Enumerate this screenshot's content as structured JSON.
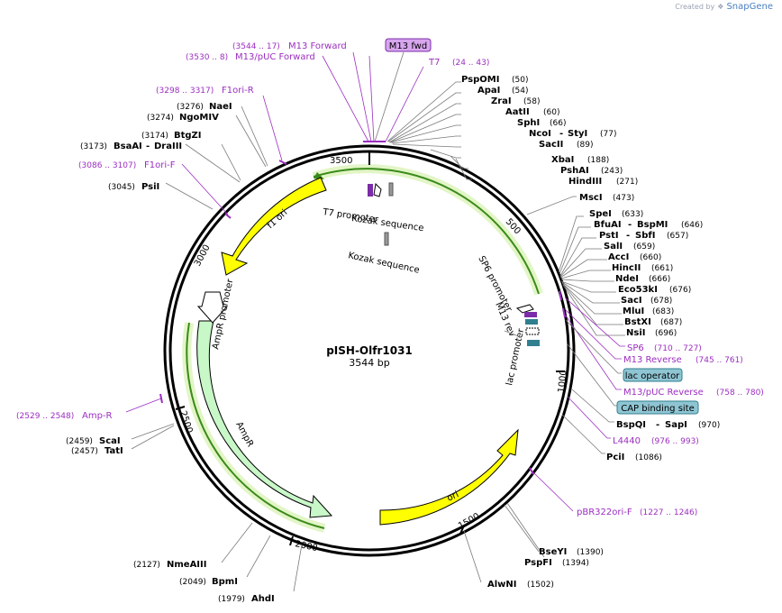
{
  "credit": {
    "created_by": "Created by",
    "brand": "SnapGene"
  },
  "plasmid": {
    "name": "pISH-Olfr1031",
    "length": "3544 bp"
  },
  "ticks": [
    "3500",
    "500",
    "1000",
    "1500",
    "2000",
    "2500",
    "3000"
  ],
  "enzymes": {
    "PspOMI": {
      "name": "PspOMI",
      "pos": "(50)"
    },
    "ApaI": {
      "name": "ApaI",
      "pos": "(54)"
    },
    "ZraI": {
      "name": "ZraI",
      "pos": "(58)"
    },
    "AatII": {
      "name": "AatII",
      "pos": "(60)"
    },
    "SphI": {
      "name": "SphI",
      "pos": "(66)"
    },
    "NcoI": {
      "name": "NcoI",
      "sep": "-",
      "name2": "StyI",
      "pos": "(77)"
    },
    "SacII": {
      "name": "SacII",
      "pos": "(89)"
    },
    "XbaI": {
      "name": "XbaI",
      "pos": "(188)"
    },
    "PshAI": {
      "name": "PshAI",
      "pos": "(243)"
    },
    "HindIII": {
      "name": "HindIII",
      "pos": "(271)"
    },
    "MscI": {
      "name": "MscI",
      "pos": "(473)"
    },
    "SpeI": {
      "name": "SpeI",
      "pos": "(633)"
    },
    "BfuAI": {
      "name": "BfuAI",
      "sep": "-",
      "name2": "BspMI",
      "pos": "(646)"
    },
    "PstI": {
      "name": "PstI",
      "sep": "-",
      "name2": "SbfI",
      "pos": "(657)"
    },
    "SalI": {
      "name": "SalI",
      "pos": "(659)"
    },
    "AccI": {
      "name": "AccI",
      "pos": "(660)"
    },
    "HincII": {
      "name": "HincII",
      "pos": "(661)"
    },
    "NdeI": {
      "name": "NdeI",
      "pos": "(666)"
    },
    "Eco53kI": {
      "name": "Eco53kI",
      "pos": "(676)"
    },
    "SacI": {
      "name": "SacI",
      "pos": "(678)"
    },
    "MluI": {
      "name": "MluI",
      "pos": "(683)"
    },
    "BstXI": {
      "name": "BstXI",
      "pos": "(687)"
    },
    "NsiI": {
      "name": "NsiI",
      "pos": "(696)"
    },
    "BspQI": {
      "name": "BspQI",
      "sep": "-",
      "name2": "SapI",
      "pos": "(970)"
    },
    "PciI": {
      "name": "PciI",
      "pos": "(1086)"
    },
    "BseYI": {
      "name": "BseYI",
      "pos": "(1390)"
    },
    "PspFI": {
      "name": "PspFI",
      "pos": "(1394)"
    },
    "AlwNI": {
      "name": "AlwNI",
      "pos": "(1502)"
    },
    "AhdI": {
      "name": "AhdI",
      "pos": "(1979)"
    },
    "BpmI": {
      "name": "BpmI",
      "pos": "(2049)"
    },
    "NmeAIII": {
      "name": "NmeAIII",
      "pos": "(2127)"
    },
    "TatI": {
      "name": "TatI",
      "pos": "(2457)"
    },
    "ScaI": {
      "name": "ScaI",
      "pos": "(2459)"
    },
    "BsaAI": {
      "name": "BsaAI",
      "sep": "-",
      "name2": "DraIII",
      "pos": "(3173)"
    },
    "BtgZI": {
      "name": "BtgZI",
      "pos": "(3174)"
    },
    "NgoMIV": {
      "name": "NgoMIV",
      "pos": "(3274)"
    },
    "NaeI": {
      "name": "NaeI",
      "pos": "(3276)"
    },
    "PsiI": {
      "name": "PsiI",
      "pos": "(3045)"
    }
  },
  "primers": {
    "M13fwd_box": "M13 fwd",
    "M13Forward": {
      "name": "M13 Forward",
      "pos": "(3544 .. 17)"
    },
    "M13pUCForward": {
      "name": "M13/pUC Forward",
      "pos": "(3530 .. 8)"
    },
    "T7": {
      "name": "T7",
      "pos": "(24 .. 43)"
    },
    "F1oriR": {
      "name": "F1ori-R",
      "pos": "(3298 .. 3317)"
    },
    "F1oriF": {
      "name": "F1ori-F",
      "pos": "(3086 .. 3107)"
    },
    "SP6": {
      "name": "SP6",
      "pos": "(710 .. 727)"
    },
    "M13Reverse": {
      "name": "M13 Reverse",
      "pos": "(745 .. 761)"
    },
    "M13pUCReverse": {
      "name": "M13/pUC Reverse",
      "pos": "(758 .. 780)"
    },
    "L4440": {
      "name": "L4440",
      "pos": "(976 .. 993)"
    },
    "pBR322oriF": {
      "name": "pBR322ori-F",
      "pos": "(1227 .. 1246)"
    },
    "AmpR_primer": {
      "name": "Amp-R",
      "pos": "(2529 .. 2548)"
    }
  },
  "boxes": {
    "lac_operator": "lac operator",
    "cap_site": "CAP binding site"
  },
  "features": {
    "f1ori": "f1 ori",
    "AmpR": "AmpR",
    "AmpR_promoter": "AmpR promoter",
    "ori": "ori",
    "T7_promoter": "T7 promoter",
    "Kozak1": "Kozak sequence",
    "Kozak2": "Kozak sequence",
    "SP6_promoter": "SP6 promoter",
    "M13_rev": "M13 rev",
    "lac_promoter": "lac promoter"
  },
  "colors": {
    "feature_yellow": "#ffff00",
    "feature_green": "#c8f7c8",
    "insert_green": "#7fd321",
    "primer_purple": "#9b2ec0",
    "box_purple": "#d7a6ef",
    "box_teal": "#8fc5d3"
  }
}
